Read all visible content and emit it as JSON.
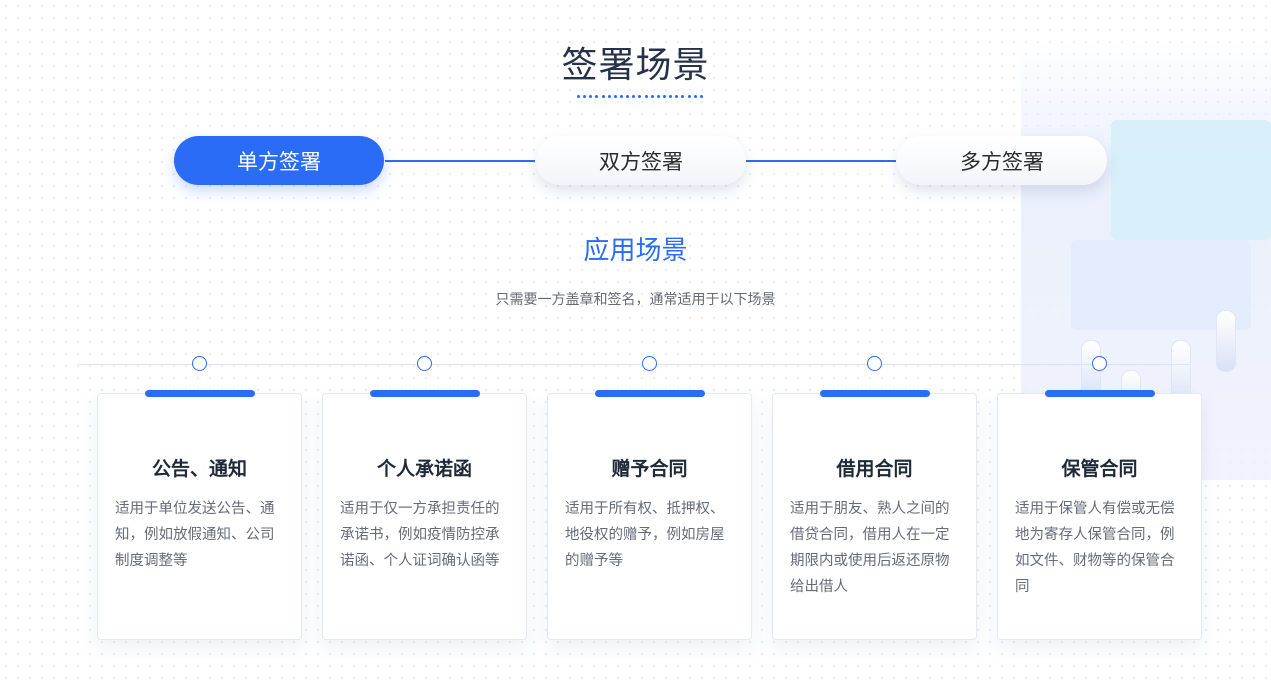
{
  "section": {
    "title": "签署场景"
  },
  "tabs": [
    {
      "label": "单方签署",
      "active": true
    },
    {
      "label": "双方签署",
      "active": false
    },
    {
      "label": "多方签署",
      "active": false
    }
  ],
  "panel": {
    "title": "应用场景",
    "description": "只需要一方盖章和签名，通常适用于以下场景"
  },
  "cards": [
    {
      "title": "公告、通知",
      "text": "适用于单位发送公告、通知，例如放假通知、公司制度调整等"
    },
    {
      "title": "个人承诺函",
      "text": "适用于仅一方承担责任的承诺书，例如疫情防控承诺函、个人证词确认函等"
    },
    {
      "title": "赠予合同",
      "text": "适用于所有权、抵押权、地役权的赠予，例如房屋的赠予等"
    },
    {
      "title": "借用合同",
      "text": "适用于朋友、熟人之间的借贷合同，借用人在一定期限内或使用后返还原物给出借人"
    },
    {
      "title": "保管合同",
      "text": "适用于保管人有偿或无偿地为寄存人保管合同，例如文件、财物等的保管合同"
    }
  ],
  "colors": {
    "accent": "#2a6cf6",
    "heading": "#26324a",
    "body_text": "#656b78"
  }
}
